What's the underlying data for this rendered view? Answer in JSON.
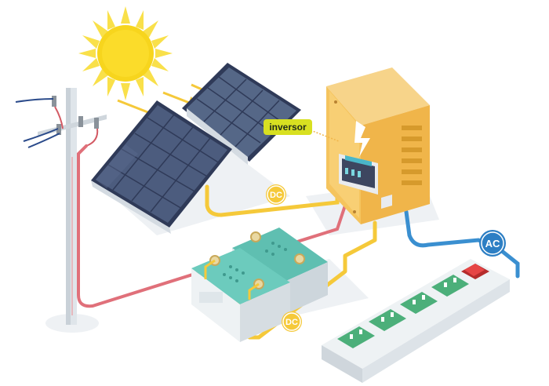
{
  "labels": {
    "inverter": "inversor",
    "dc_top": "DC",
    "dc_bottom": "DC",
    "ac": "AC"
  },
  "colors": {
    "sun": "#f7d51d",
    "panel": "#3b4a6b",
    "inverter_body": "#f5c45e",
    "battery": "#5fbfb1",
    "wire_dc": "#f5c93a",
    "wire_red": "#e0707a",
    "wire_ac": "#3a8fd0",
    "ac_badge": "#2d7fc4",
    "strip_sockets": "#4caf7a",
    "switch": "#d93b3b"
  }
}
